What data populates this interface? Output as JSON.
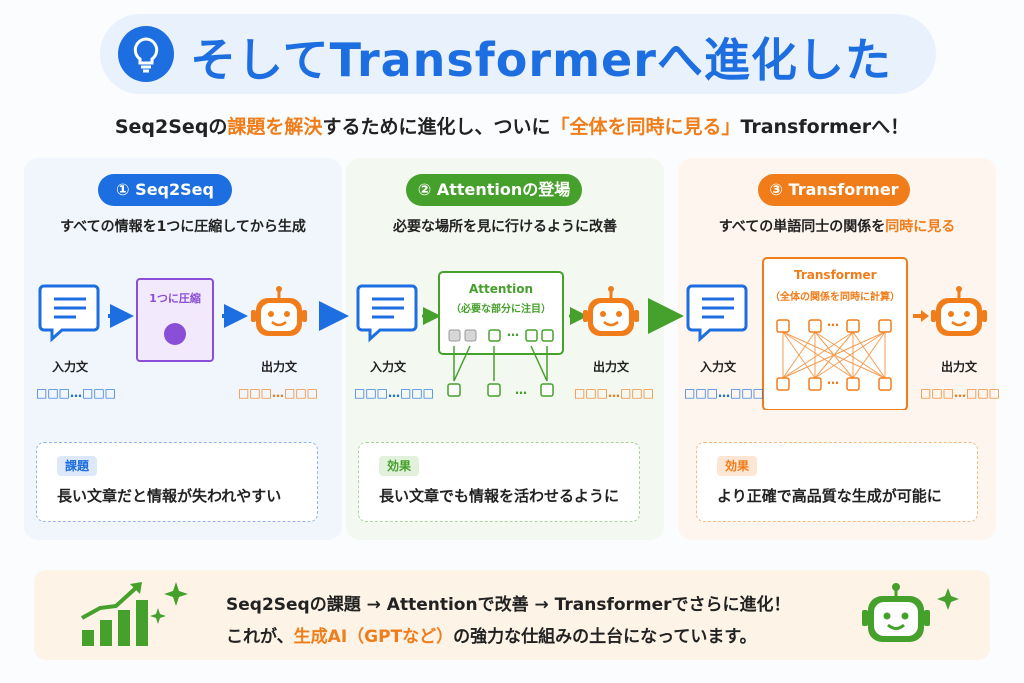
{
  "header": {
    "title": "そしてTransformerへ進化した"
  },
  "subtitle": {
    "p1": "Seq2Seqの",
    "h1": "課題を解決",
    "p2": "するために進化し、ついに",
    "h2": "「全体を同時に見る」",
    "p3": "Transformerへ！"
  },
  "panels": [
    {
      "badge": "① Seq2Seq",
      "desc": "すべての情報を1つに圧縮してから生成",
      "box_label": "1つに圧縮",
      "input_label": "入力文",
      "output_label": "出力文",
      "input_tokens": "□□□…□□□",
      "output_tokens": "□□□…□□□",
      "card_tag": "課題",
      "card_text": "長い文章だと情報が失われやすい"
    },
    {
      "badge": "② Attentionの登場",
      "desc": "必要な場所を見に行けるように改善",
      "box_title": "Attention",
      "box_sub": "（必要な部分に注目）",
      "input_label": "入力文",
      "output_label": "出力文",
      "input_tokens": "□□□…□□□",
      "output_tokens": "□□□…□□□",
      "card_tag": "効果",
      "card_text": "長い文章でも情報を活わせるように"
    },
    {
      "badge": "③ Transformer",
      "desc_p1": "すべての単語同士の関係を",
      "desc_h": "同時に見る",
      "box_title": "Transformer",
      "box_sub": "（全体の関係を同時に計算）",
      "input_label": "入力文",
      "output_label": "出力文",
      "input_tokens": "□□□…□□□",
      "output_tokens": "□□□…□□□",
      "card_tag": "効果",
      "card_text": "より正確で高品質な生成が可能に"
    }
  ],
  "summary": {
    "line1": "Seq2Seqの課題 → Attentionで改善 → Transformerでさらに進化！",
    "l2_p1": "これが、",
    "l2_h": "生成AI（GPTなど）",
    "l2_p2": "の強力な仕組みの土台になっています。"
  },
  "dots": "…",
  "colors": {
    "blue": "#1d6ee0",
    "green": "#46a02c",
    "orange": "#f07d1a",
    "purple": "#8a4fd6"
  },
  "icons": [
    "lightbulb-icon",
    "document-icon",
    "robot-icon",
    "arrow-right-icon",
    "growth-chart-icon",
    "sparkle-icon"
  ]
}
